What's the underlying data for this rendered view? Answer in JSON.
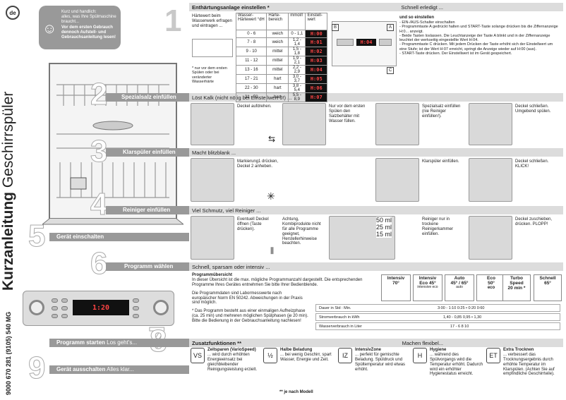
{
  "lang_badge": "de",
  "title_bold": "Kurzanleitung",
  "title_rest": "Geschirrspüler",
  "doc_code": "9000 670 281 (9105) 540 MG",
  "intro": {
    "line1": "Kurz und handlich:",
    "line2": "alles, was Ihre Spülmaschine braucht...",
    "line3": "Vor dem ersten Gebrauch dennoch Aufstell- und Gebrauchsanleitung lesen!"
  },
  "steps": {
    "s1": {
      "num": "1",
      "title": "Enthärtungsanlage einstellen *",
      "sub": "Schnell erledigt ..."
    },
    "s2": {
      "num": "2",
      "title": "Spezialsalz einfüllen",
      "sub": "Löst Kalk (nicht nötig bei Einstellwert 0!) ..."
    },
    "s3": {
      "num": "3",
      "title": "Klarspüler einfüllen",
      "sub": "Macht blitzblank ..."
    },
    "s4": {
      "num": "4",
      "title": "Reiniger einfüllen",
      "sub": "Viel Schmutz, viel Reiniger ..."
    },
    "s5": {
      "num": "5",
      "title": "Gerät einschalten"
    },
    "s6": {
      "num": "6",
      "title": "Programm wählen",
      "sub": "Schnell, sparsam oder intensiv ..."
    },
    "s7": {
      "num": "7",
      "title": "Programm starten",
      "sub": "Los geht's..."
    },
    "s8": {
      "num": "8"
    },
    "s9": {
      "num": "9",
      "title": "Gerät ausschalten",
      "sub": "Alles klar..."
    },
    "zf": {
      "title": "Zusatzfunktionen **",
      "sub": "Machen flexibel..."
    }
  },
  "hardness": {
    "intro": "Härtewert beim Wasserwerk erfragen und eintragen ...",
    "note": "* nur vor dem ersten Spülen oder bei veränderter Wasserhärte",
    "headers": [
      "Wasser-Härtewert °dH",
      "Härte-bereich",
      "mmol/l",
      "Einstell-wert"
    ],
    "rows": [
      [
        "0 - 6",
        "weich",
        "0 - 1,1",
        "H:00"
      ],
      [
        "7 - 8",
        "weich",
        "1,2 - 1,4",
        "H:01"
      ],
      [
        "9 - 10",
        "mittel",
        "1,5 - 1,8",
        "H:02"
      ],
      [
        "11 - 12",
        "mittel",
        "1,9 - 2,1",
        "H:03"
      ],
      [
        "13 - 16",
        "mittel",
        "2,2 - 2,9",
        "H:04"
      ],
      [
        "17 - 21",
        "hart",
        "3,0 - 3,7",
        "H:05"
      ],
      [
        "22 - 30",
        "hart",
        "3,8 - 5,4",
        "H:06"
      ],
      [
        "31 - 50",
        "hart",
        "5,5 - 8,9",
        "H:07"
      ]
    ],
    "display": "H:04",
    "label_a": "A",
    "label_b": "B",
    "label_c": "C",
    "how_title": "und so einstellen",
    "how": [
      "- EIN-/AUS-Schalter einschalten",
      "- Programmtaste A gedrückt halten und START-Taste solange drücken bis die Ziffernanzeige H:0... anzeigt.",
      "- Beide Tasten loslassen. Die Leuchtanzeige der Taste A blinkt und in der Ziffernanzeige leuchtet der werkseitig eingestellte Wert H:04.",
      "- Programmtaste C drücken. Mit jedem Drücken der Taste erhöht sich der Einstellwert um eine Stufe; ist der Wert H:07 erreicht, springt die Anzeige wieder auf H:00 (aus).",
      "- START-Taste drücken. Der Einstellwert ist im Gerät gespeichert."
    ]
  },
  "salt": {
    "c1": "Deckel aufdrehen.",
    "c2": "Nur vor dem ersten Spülen den Salzbehälter mit Wasser füllen.",
    "c3": "Spezialsalz einfüllen (nie Reiniger einfüllen!).",
    "c4": "Deckel schließen. Umgebend spülen."
  },
  "rinse": {
    "c1": "Markierung1 drücken, Deckel 2 anheben.",
    "c2": "Klarspüler einfüllen.",
    "c3": "Deckel schließen. KLICK!"
  },
  "detergent": {
    "c1": "Eventuell Deckel öffnen (Taste drücken).",
    "c2": "Achtung, Kombiprodukte nicht für alle Programme geeignet, Herstellerhinweise beachten.",
    "ml": [
      "50 ml",
      "25 ml",
      "15 ml"
    ],
    "c3": "Reiniger nur in trockene Reinigerkammer einfüllen.",
    "c4": "Deckel zuschieben, drücken. PLOPP!"
  },
  "panel_display": "1:20",
  "programs": {
    "overview_title": "Programmübersicht",
    "overview_text": "In dieser Übersicht ist die max. mögliche Programmanzahl dargestellt. Die entsprechenden Programme Ihres Gerätes entnehmen Sie bitte Ihrer Bedienblende.",
    "norm_text": "Die Programmdaten sind Labormesswerte nach europäischer Norm EN 50242. Abweichungen in der Praxis sind möglich.",
    "sparkle_note": "* Das Programm besteht aus einer einmaligen Aufheizphase (ca. 25 min) und mehreren möglichen Spülphasen (je 20 min). Bitte die Bedienung in der Gebrauchsanleitung nachlesen!",
    "items": [
      {
        "name": "Intensiv",
        "temp": "70°",
        "extra": ""
      },
      {
        "name": "Intensiv",
        "temp": "Eco 45°",
        "extra": "intensive eco"
      },
      {
        "name": "Auto",
        "temp": "45° / 65°",
        "extra": "auto"
      },
      {
        "name": "Eco",
        "temp": "50°",
        "extra": "eco"
      },
      {
        "name": "Turbo Speed",
        "temp": "20 min *",
        "extra": ""
      },
      {
        "name": "Schnell",
        "temp": "65°",
        "extra": ""
      }
    ],
    "rows": [
      {
        "label": "Dauer in Std : Min.",
        "value": "3:00 - 1:10 0:25 • 0:20 0:60"
      },
      {
        "label": "Stromverbrauch in kWh",
        "value": "1,40 - 0,85 0,95 • 1,30"
      },
      {
        "label": "Wasserverbrauch in Liter",
        "value": "17 - 6 8 10"
      }
    ]
  },
  "extras": [
    {
      "icon": "VS",
      "title": "Zeitsparen (VarioSpeed)",
      "text": "... wird durch erhöhten Energieeinsatz bei gleichbleibender Reinigungsleistung erzielt."
    },
    {
      "icon": "½",
      "title": "Halbe Beladung",
      "text": "... bei wenig Geschirr, spart Wasser, Energie und Zeit."
    },
    {
      "icon": "IZ",
      "title": "IntensivZone",
      "text": "... perfekt für gemischte Beladung. Spüldruck und Spültemperatur wird etwas erhöht."
    },
    {
      "icon": "H",
      "title": "Hygiene",
      "text": "... während des Spülvorgangs wird die Temperatur erhöht. Dadurch wird ein erhöhter Hygienestatus erreicht."
    },
    {
      "icon": "ET",
      "title": "Extra Trocknen",
      "text": "... verbessert das Trocknungsergebnis durch erhöhte Temperatur im Klarspülen. (Achten Sie auf empfindliche Geschirrteile)."
    }
  ],
  "model_note": "** je nach Modell"
}
